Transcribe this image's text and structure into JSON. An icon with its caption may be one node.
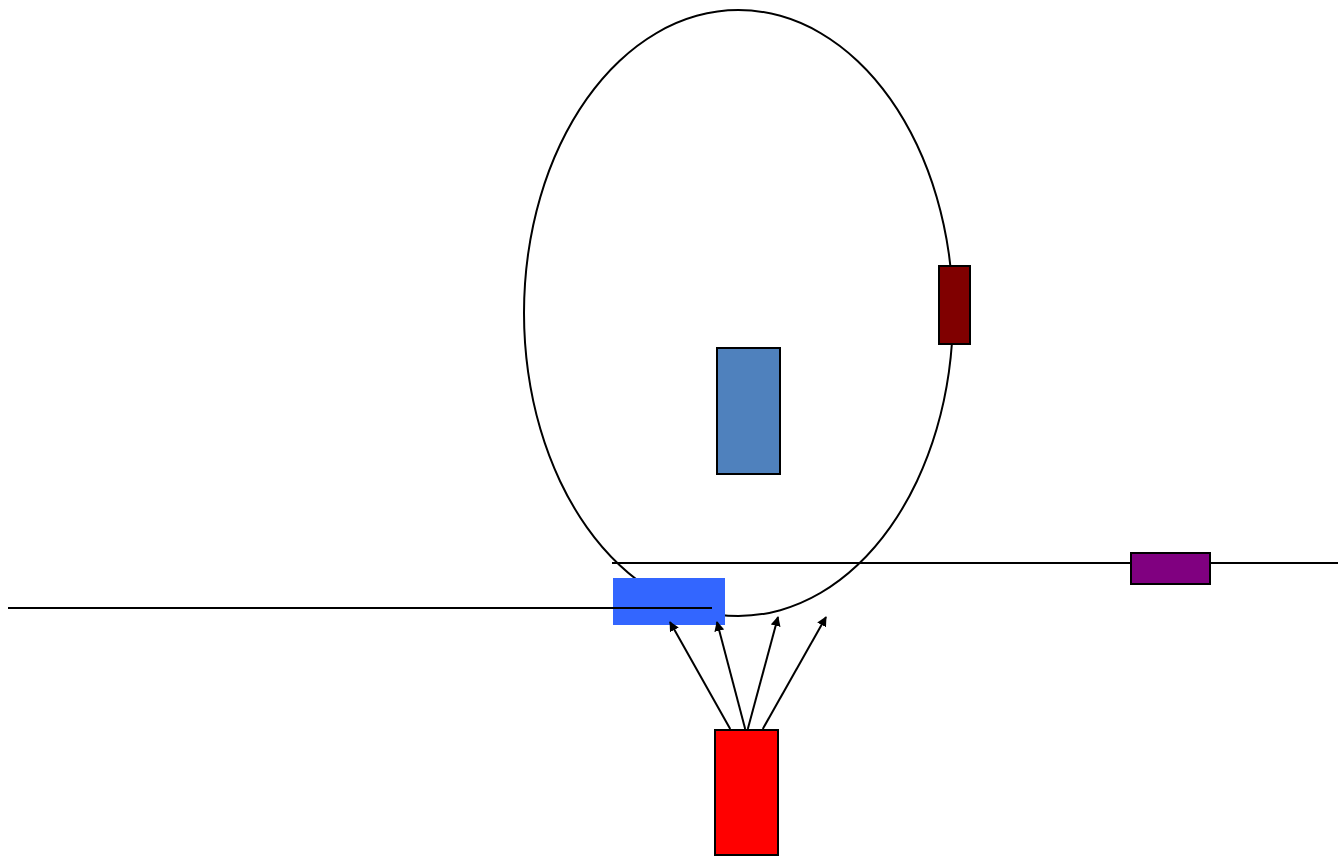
{
  "diagram": {
    "nodes": [
      {
        "text": [],
        "shape": "ellipse"
      },
      {
        "text": [],
        "shape": "box",
        "in": 0
      },
      {
        "text": [],
        "shape": "box"
      },
      {
        "text": [],
        "shape": "bar"
      },
      {
        "text": [],
        "shape": "box"
      },
      {
        "text": [],
        "shape": "box"
      }
    ],
    "edges": [
      {
        "from": 5,
        "to": 3,
        "arrow": "to"
      },
      {
        "from": 5,
        "to": 3,
        "arrow": "to"
      },
      {
        "from": 5,
        "to": 0,
        "arrow": "to"
      },
      {
        "from": 5,
        "to": 0,
        "arrow": "to"
      }
    ]
  }
}
